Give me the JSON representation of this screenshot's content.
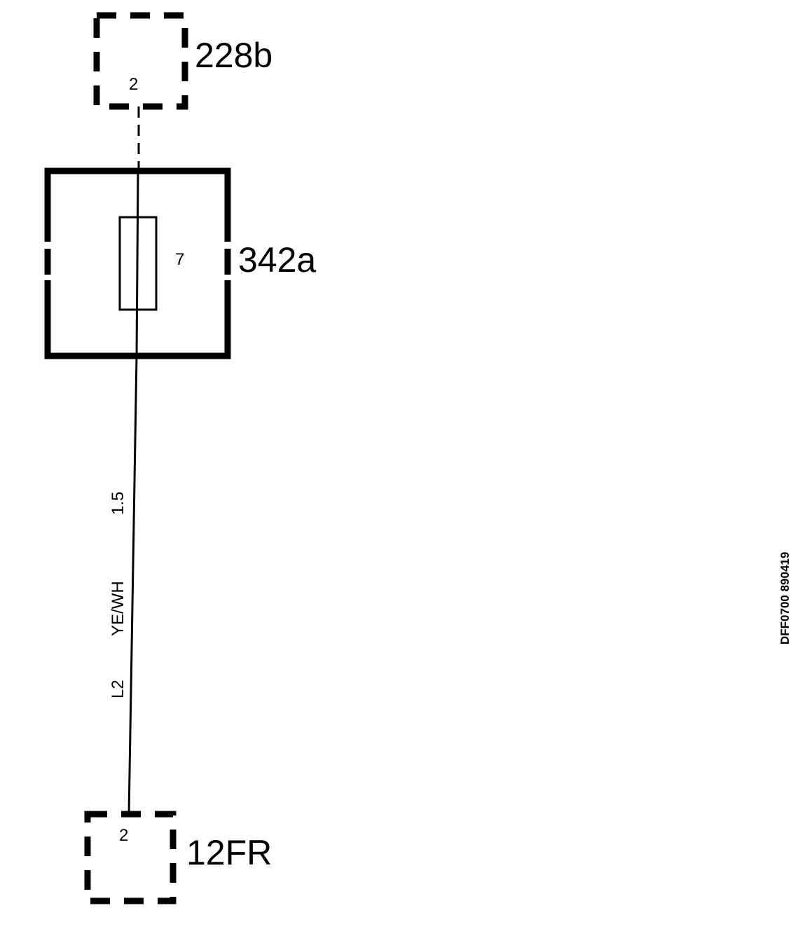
{
  "components": {
    "top_connector": {
      "label": "228b",
      "pin": "2"
    },
    "fuse_box": {
      "label": "342a",
      "fuse_number": "7"
    },
    "bottom_connector": {
      "label": "12FR",
      "pin": "2"
    }
  },
  "wire": {
    "gauge": "1.5",
    "color": "YE/WH",
    "circuit": "L2"
  },
  "drawing_ref": "DFF0700 890419",
  "colors": {
    "line": "#000000",
    "background": "#ffffff"
  }
}
